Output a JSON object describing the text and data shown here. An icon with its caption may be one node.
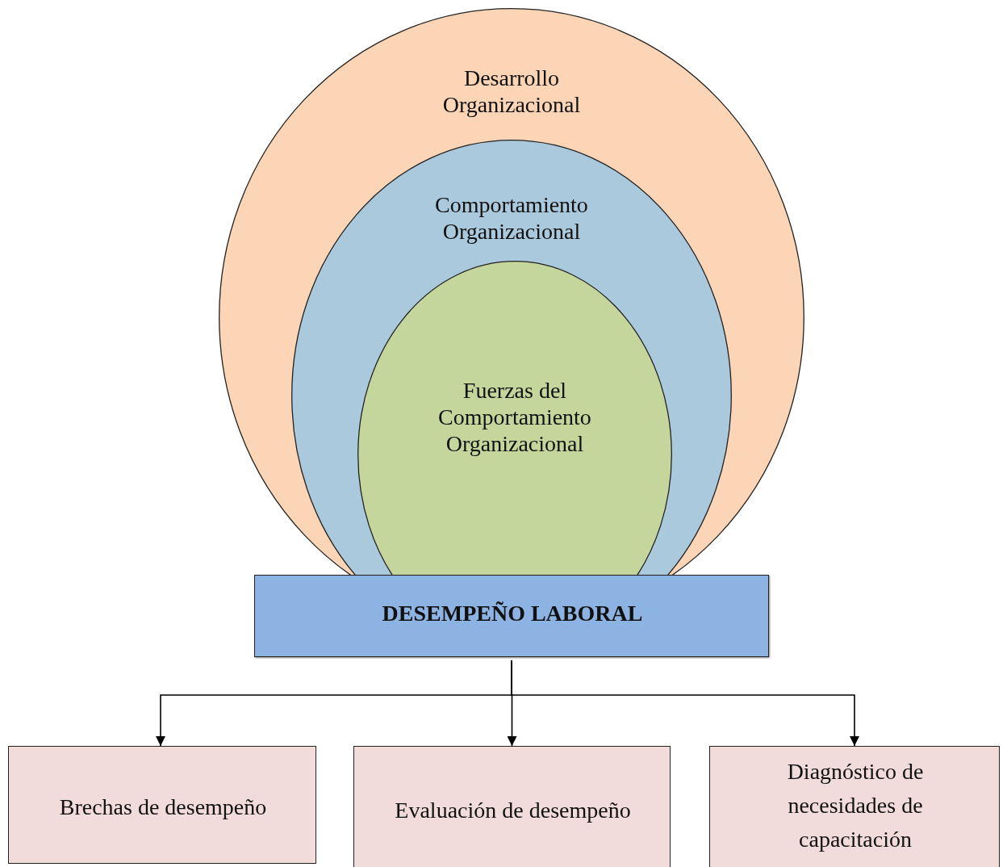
{
  "diagram": {
    "nodes": [
      {
        "text": [
          "Desarrollo Organizacional"
        ]
      },
      {
        "text": [
          "Comportamiento Organizacional"
        ],
        "in": 0
      },
      {
        "text": [
          "Fuerzas del Comportamiento Organizacional"
        ],
        "in": 1
      },
      {
        "text": [
          "DESEMPEÑO LABORAL"
        ]
      },
      {
        "text": [
          "Brechas de desempeño"
        ]
      },
      {
        "text": [
          "Evaluación de desempeño"
        ]
      },
      {
        "text": [
          "Diagnóstico de necesidades de capacitación"
        ]
      }
    ],
    "edges": [
      {
        "from": 3,
        "to": 4,
        "arrow": "to"
      },
      {
        "from": 3,
        "to": 5,
        "arrow": "to"
      },
      {
        "from": 3,
        "to": 6,
        "arrow": "to"
      }
    ]
  }
}
